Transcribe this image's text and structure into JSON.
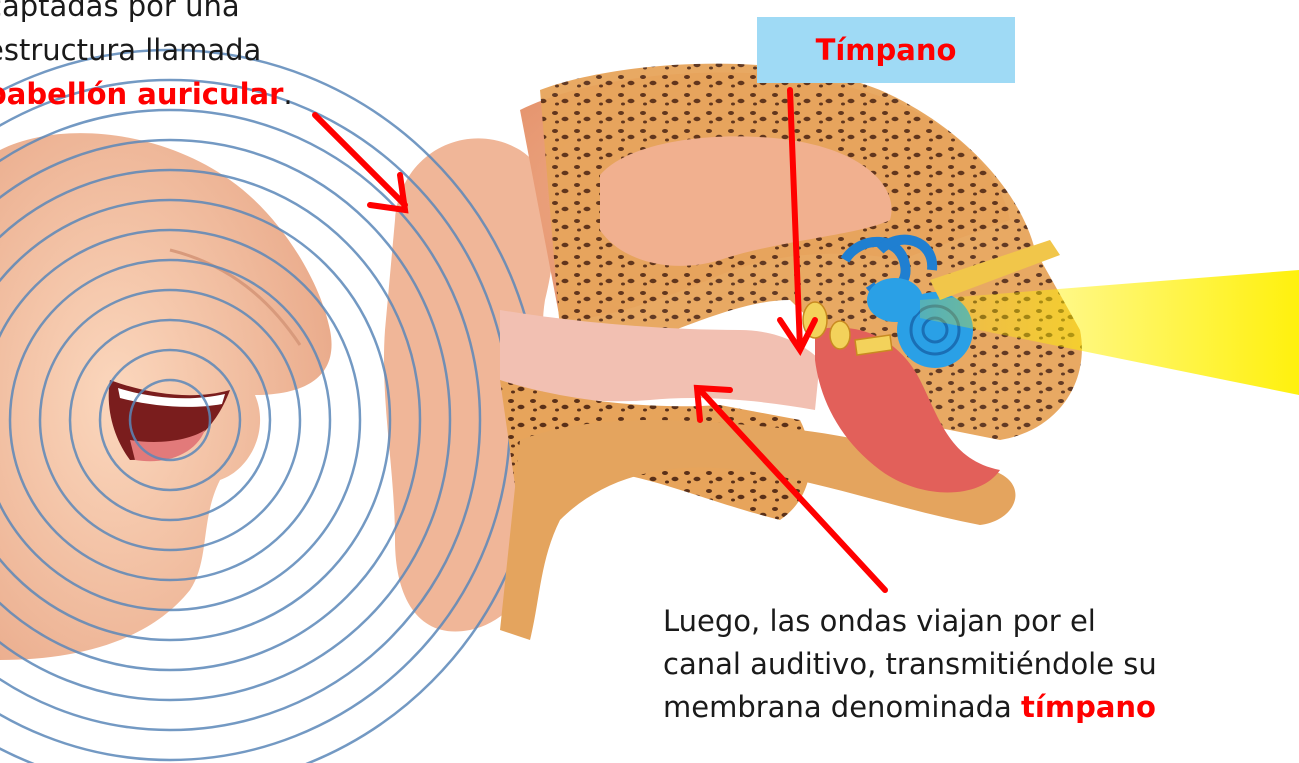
{
  "top_caption": {
    "line1": "captadas por una",
    "line2": "estructura llamada",
    "line3_highlight": "pabellón auricular",
    "line3_end": "."
  },
  "label_box": {
    "text": "Tímpano",
    "background": "#9fdaf5",
    "text_color": "#ff0000"
  },
  "bottom_caption": {
    "line1": "Luego, las ondas viajan por el",
    "line2": "canal auditivo, transmitiéndole su",
    "line3_start": "membrana denominada ",
    "line3_highlight": "tímpano"
  },
  "colors": {
    "arrow": "#ff0000",
    "sound_waves": "#5a87b8",
    "highlight_beam": "#fff000",
    "skin": "#f4c2a0",
    "bone": "#e9a64f",
    "cochlea": "#2aa0e6"
  }
}
